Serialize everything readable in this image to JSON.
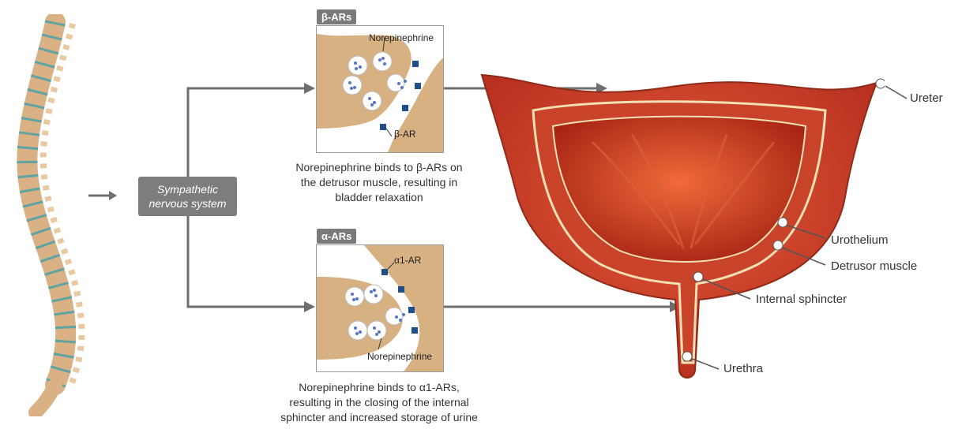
{
  "panels": {
    "beta": {
      "tag": "β-ARs",
      "nt_label": "Norepinephrine",
      "receptor_label": "β-AR",
      "caption_lines": [
        "Norepinephrine binds to β-ARs on",
        "the detrusor muscle, resulting in",
        "bladder relaxation"
      ]
    },
    "alpha": {
      "tag": "α-ARs",
      "nt_label": "Norepinephrine",
      "receptor_label": "α1-AR",
      "caption_lines": [
        "Norepinephrine binds to α1-ARs,",
        "resulting in the closing of the internal",
        "sphincter and increased storage of urine"
      ]
    }
  },
  "sns_label_lines": [
    "Sympathetic",
    "nervous system"
  ],
  "bladder_labels": {
    "ureter": "Ureter",
    "urothelium": "Urothelium",
    "detrusor": "Detrusor muscle",
    "internal_sphincter": "Internal sphincter",
    "urethra": "Urethra"
  },
  "colors": {
    "arrow": "#6e6e6e",
    "tissue": "#d8b183",
    "receptor": "#1e4e8c",
    "vesicle_dot": "#5a74c8",
    "bladder_outer": "#c0392b",
    "bladder_inner": "#a8241a"
  }
}
